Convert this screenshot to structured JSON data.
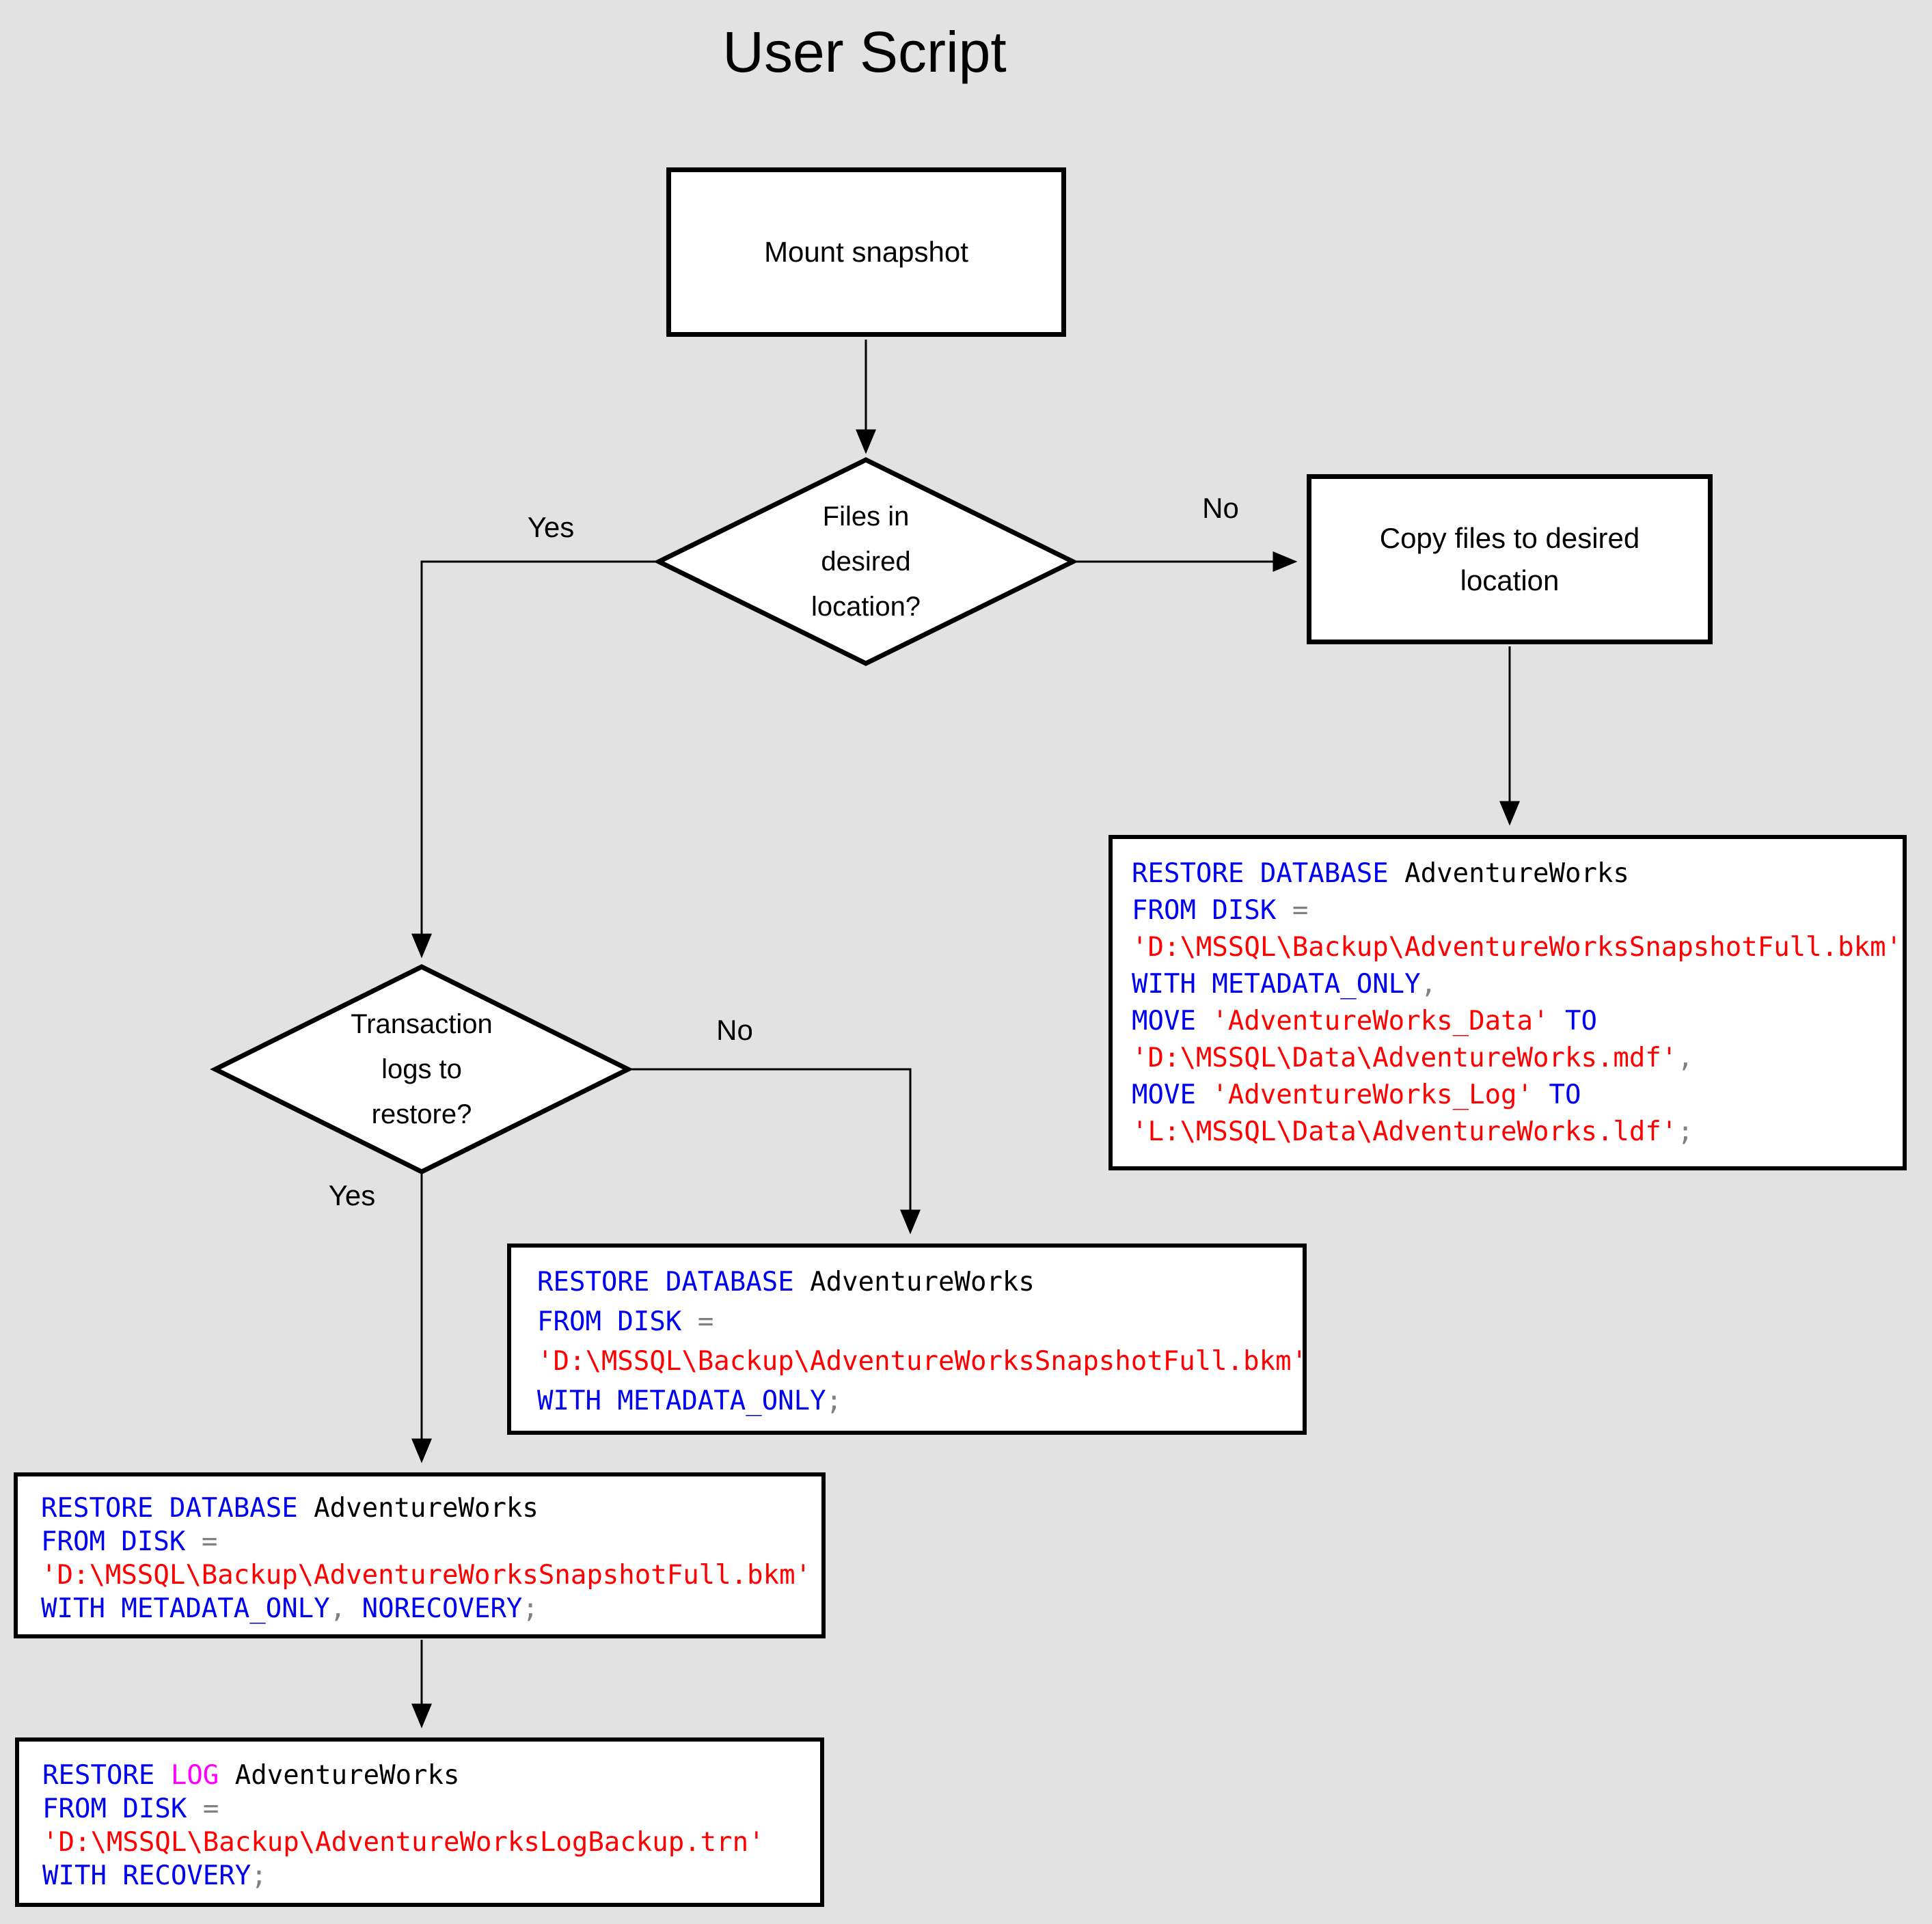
{
  "title": "User Script",
  "colors": {
    "background": "#e2e2e2",
    "node_fill": "#ffffff",
    "node_border": "#000000",
    "connector": "#000000",
    "keyword": "#0000f0",
    "identifier": "#000000",
    "string": "#ff0000",
    "operator": "#808080",
    "log_keyword": "#ff00ff"
  },
  "nodes": {
    "mount": {
      "label": "Mount snapshot"
    },
    "files_decision": {
      "label": "Files in\ndesired\nlocation?"
    },
    "copy": {
      "label": "Copy files to desired\nlocation"
    },
    "logs_decision": {
      "label": "Transaction\nlogs to\nrestore?"
    }
  },
  "edge_labels": {
    "files_yes": "Yes",
    "files_no": "No",
    "logs_yes": "Yes",
    "logs_no": "No"
  },
  "code_boxes": {
    "restore_move": {
      "lines": [
        [
          {
            "t": "RESTORE DATABASE ",
            "c": "kw"
          },
          {
            "t": "AdventureWorks",
            "c": "id"
          }
        ],
        [
          {
            "t": "FROM DISK ",
            "c": "kw"
          },
          {
            "t": "=",
            "c": "op"
          }
        ],
        [
          {
            "t": "'D:\\MSSQL\\Backup\\AdventureWorksSnapshotFull.bkm'",
            "c": "str"
          }
        ],
        [
          {
            "t": "WITH METADATA_ONLY",
            "c": "kw"
          },
          {
            "t": ",",
            "c": "op"
          }
        ],
        [
          {
            "t": "MOVE ",
            "c": "kw"
          },
          {
            "t": "'AdventureWorks_Data'",
            "c": "str"
          },
          {
            "t": " TO",
            "c": "kw"
          }
        ],
        [
          {
            "t": "'D:\\MSSQL\\Data\\AdventureWorks.mdf'",
            "c": "str"
          },
          {
            "t": ",",
            "c": "op"
          }
        ],
        [
          {
            "t": "MOVE ",
            "c": "kw"
          },
          {
            "t": "'AdventureWorks_Log'",
            "c": "str"
          },
          {
            "t": " TO",
            "c": "kw"
          }
        ],
        [
          {
            "t": "'L:\\MSSQL\\Data\\AdventureWorks.ldf'",
            "c": "str"
          },
          {
            "t": ";",
            "c": "op"
          }
        ]
      ]
    },
    "restore_metadata": {
      "lines": [
        [
          {
            "t": "RESTORE DATABASE ",
            "c": "kw"
          },
          {
            "t": "AdventureWorks",
            "c": "id"
          }
        ],
        [
          {
            "t": "FROM DISK ",
            "c": "kw"
          },
          {
            "t": "=",
            "c": "op"
          }
        ],
        [
          {
            "t": "'D:\\MSSQL\\Backup\\AdventureWorksSnapshotFull.bkm'",
            "c": "str"
          }
        ],
        [
          {
            "t": "WITH METADATA_ONLY",
            "c": "kw"
          },
          {
            "t": ";",
            "c": "op"
          }
        ]
      ]
    },
    "restore_norecovery": {
      "lines": [
        [
          {
            "t": "RESTORE DATABASE ",
            "c": "kw"
          },
          {
            "t": "AdventureWorks",
            "c": "id"
          }
        ],
        [
          {
            "t": "FROM DISK ",
            "c": "kw"
          },
          {
            "t": "=",
            "c": "op"
          }
        ],
        [
          {
            "t": "'D:\\MSSQL\\Backup\\AdventureWorksSnapshotFull.bkm'",
            "c": "str"
          }
        ],
        [
          {
            "t": "WITH METADATA_ONLY",
            "c": "kw"
          },
          {
            "t": ", ",
            "c": "op"
          },
          {
            "t": "NORECOVERY",
            "c": "kw"
          },
          {
            "t": ";",
            "c": "op"
          }
        ]
      ]
    },
    "restore_log": {
      "lines": [
        [
          {
            "t": "RESTORE ",
            "c": "kw"
          },
          {
            "t": "LOG ",
            "c": "log"
          },
          {
            "t": "AdventureWorks",
            "c": "id"
          }
        ],
        [
          {
            "t": "FROM DISK ",
            "c": "kw"
          },
          {
            "t": "=",
            "c": "op"
          }
        ],
        [
          {
            "t": "'D:\\MSSQL\\Backup\\AdventureWorksLogBackup.trn'",
            "c": "str"
          }
        ],
        [
          {
            "t": "WITH RECOVERY",
            "c": "kw"
          },
          {
            "t": ";",
            "c": "op"
          }
        ]
      ]
    }
  }
}
